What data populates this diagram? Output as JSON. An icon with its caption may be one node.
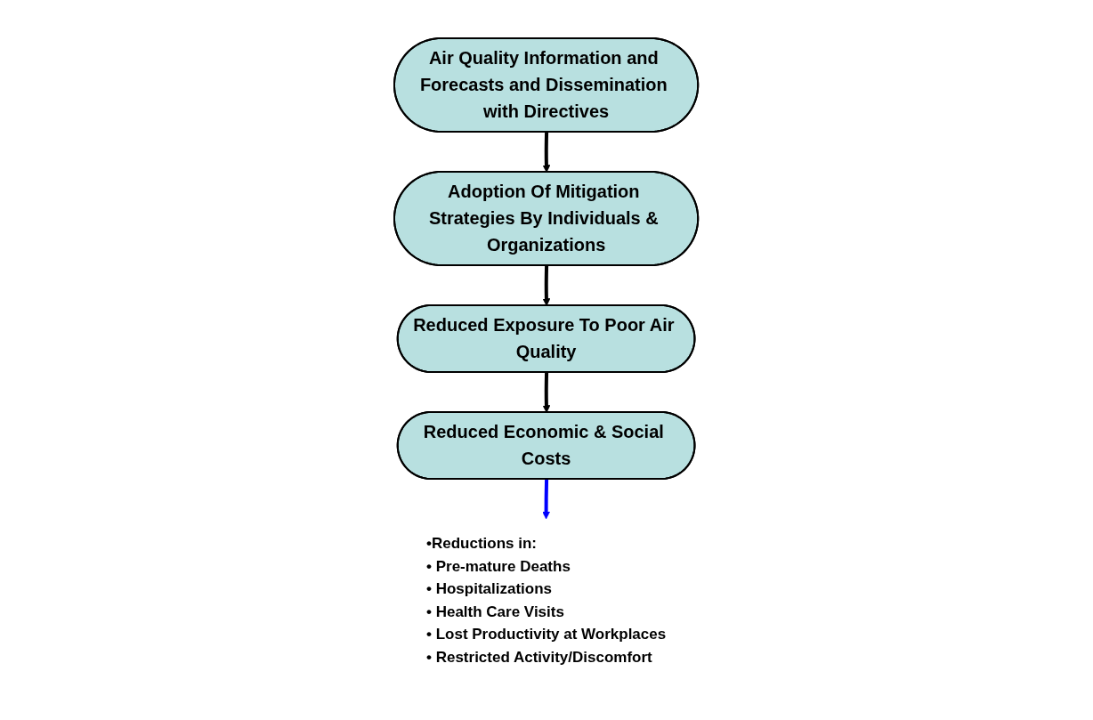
{
  "diagram": {
    "nodes": [
      {
        "text": [
          "Air Quality Information and Forecasts and Dissemination with Directives"
        ]
      },
      {
        "text": [
          "Adoption Of Mitigation Strategies By Individuals & Organizations"
        ]
      },
      {
        "text": [
          "Reduced Exposure To Poor Air Quality"
        ]
      },
      {
        "text": [
          "Reduced Economic & Social Costs"
        ]
      },
      {
        "text": [
          "•Reductions in:",
          "• Pre-mature Deaths",
          "• Hospitalizations",
          "• Health Care Visits",
          "• Lost Productivity at Workplaces",
          "• Restricted Activity/Discomfort"
        ]
      }
    ],
    "edges": [
      {
        "from": 0,
        "to": 1,
        "arrow": "to"
      },
      {
        "from": 1,
        "to": 2,
        "arrow": "to"
      },
      {
        "from": 2,
        "to": 3,
        "arrow": "to"
      },
      {
        "from": 3,
        "to": 4,
        "arrow": "to",
        "color": "#0000ff"
      }
    ]
  }
}
